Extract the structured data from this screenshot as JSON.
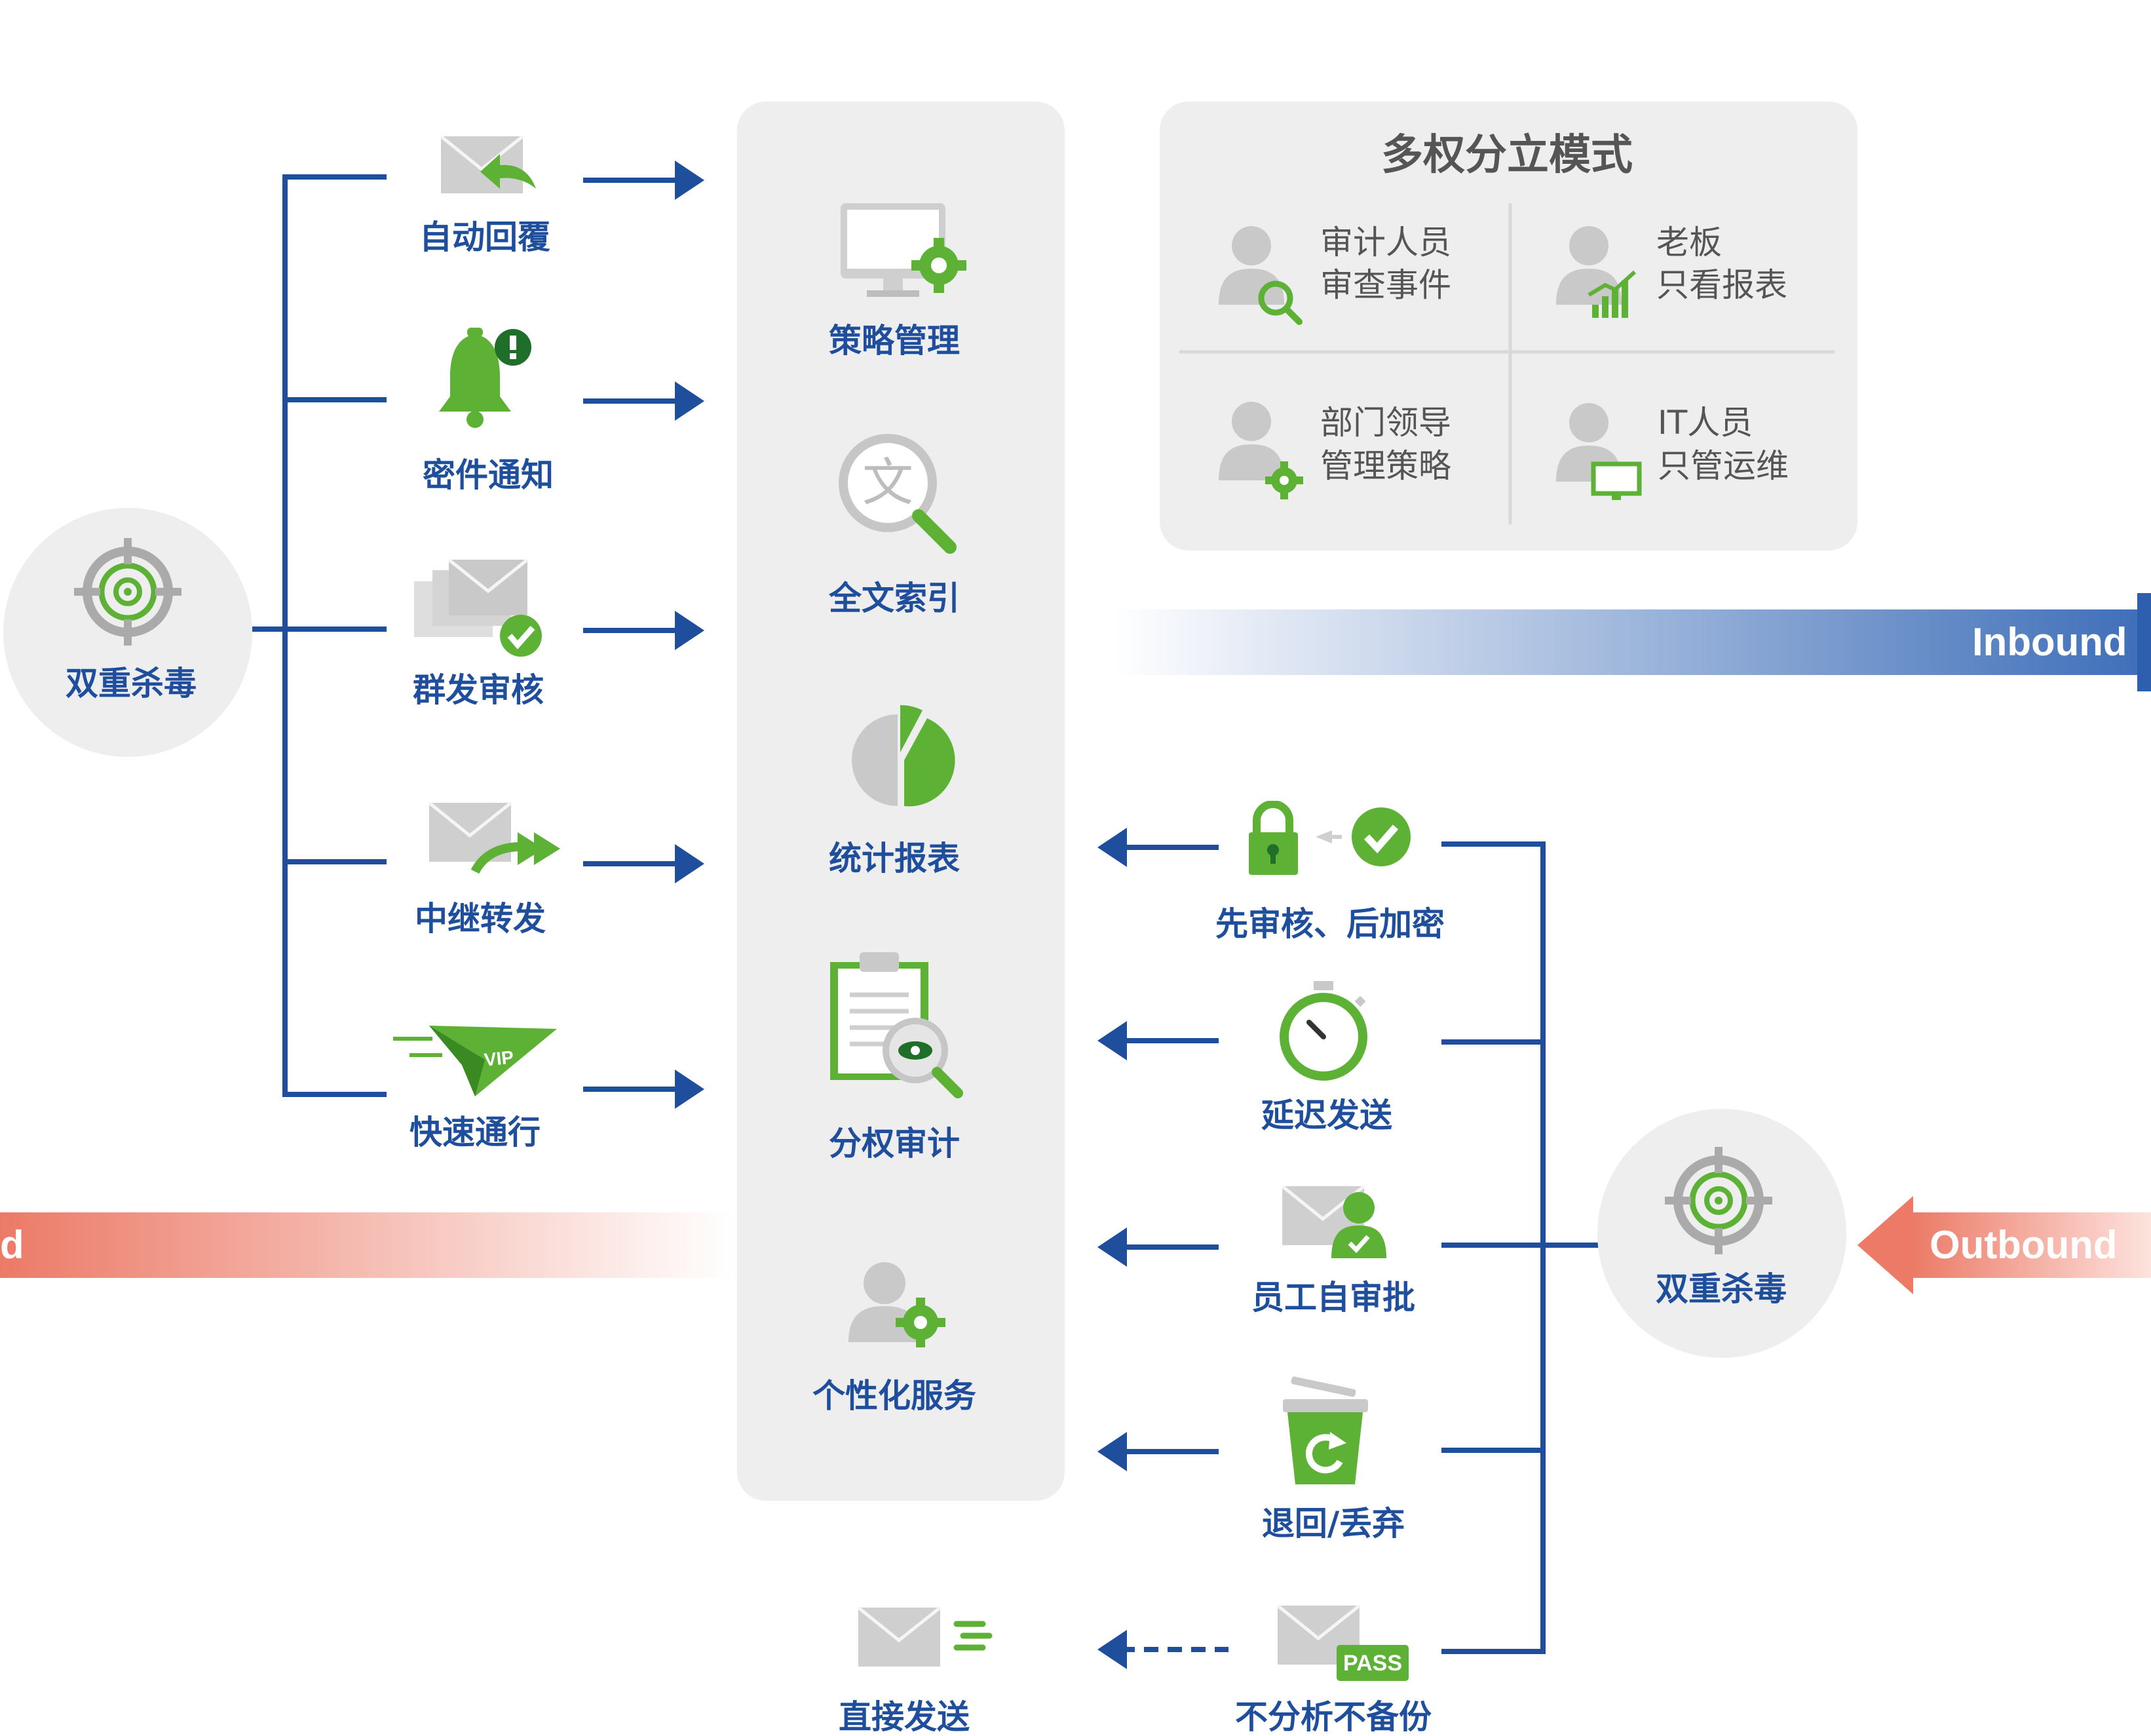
{
  "top_partial_title": "",
  "antivirus": {
    "left_label": "双重杀毒",
    "right_label": "双重杀毒"
  },
  "inbound_items": [
    "自动回覆",
    "密件通知",
    "群发审核",
    "中继转发",
    "快速通行"
  ],
  "center_items": [
    "策略管理",
    "全文索引",
    "统计报表",
    "分权审计",
    "个性化服务"
  ],
  "outbound_items": [
    "先审核、后加密",
    "延迟发送",
    "员工自审批",
    "退回/丢弃",
    "不分析不备份"
  ],
  "direct_send": "直接发送",
  "modes": {
    "title": "多权分立模式",
    "roles": [
      {
        "line1": "审计人员",
        "line2": "审查事件"
      },
      {
        "line1": "老板",
        "line2": "只看报表"
      },
      {
        "line1": "部门领导",
        "line2": "管理策略"
      },
      {
        "line1": "IT人员",
        "line2": "只管运维"
      }
    ]
  },
  "banners": {
    "inbound": "Inbound",
    "outbound": "Outbound",
    "outbound_left_fragment": "d"
  },
  "badges": {
    "vip": "VIP",
    "pass": "PASS",
    "doc_char": "文"
  },
  "colors": {
    "blue": "#1f4e9c",
    "green": "#5db236",
    "gray": "#c9c9c9",
    "panel": "#eeeeee",
    "salmon": "#ec7a67",
    "inbound_blue": "#3f6fb9"
  }
}
